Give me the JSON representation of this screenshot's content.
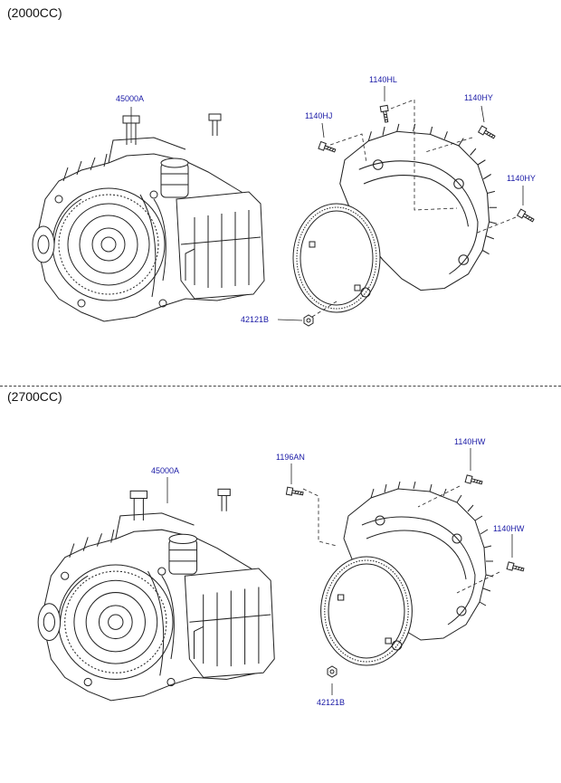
{
  "sections": [
    {
      "label": "(2000CC)",
      "parts": {
        "assembly": "45000A",
        "bolt_hl": "1140HL",
        "bolt_hy1": "1140HY",
        "bolt_hj": "1140HJ",
        "bolt_hy2": "1140HY",
        "nut": "42121B"
      }
    },
    {
      "label": "(2700CC)",
      "parts": {
        "assembly": "45000A",
        "bolt_an": "1196AN",
        "bolt_hw1": "1140HW",
        "bolt_hw2": "1140HW",
        "nut": "42121B"
      }
    }
  ],
  "colors": {
    "label": "#1a1aa6",
    "line": "#222222"
  }
}
